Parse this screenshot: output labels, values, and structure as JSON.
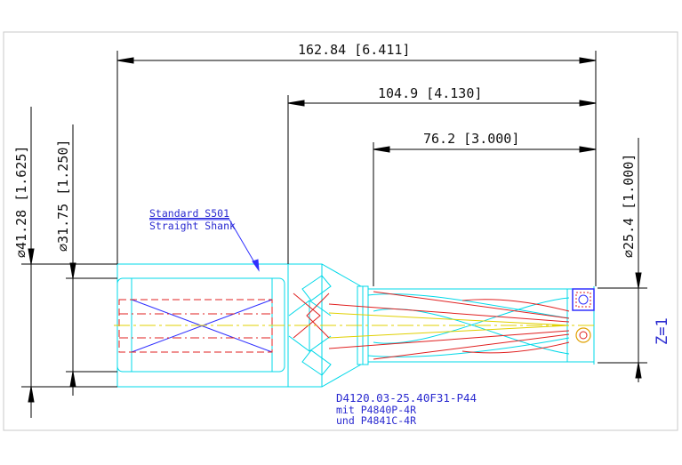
{
  "dimensions": {
    "overall_length": "162.84 [6.411]",
    "body_length": "104.9 [4.130]",
    "drill_depth": "76.2 [3.000]",
    "shank_flange_diameter": "⌀41.28 [1.625]",
    "shank_diameter": "⌀31.75 [1.250]",
    "cutting_diameter": "⌀25.4 [1.000]"
  },
  "shank_note": {
    "line1": "Standard S501",
    "line2": "Straight Shank"
  },
  "part_label": {
    "line1": "D4120.03-25.40F31-P44",
    "line2": "mit P4840P-4R",
    "line3": "und P4841C-4R"
  },
  "z_label": "Z=1",
  "colors": {
    "outline": "#00d8e8",
    "dimension": "#000000",
    "hidden": "#e02020",
    "centerline": "#e0d000",
    "note": "#2a2ad0",
    "insert": "#3030ff",
    "frame": "#c8c8c8"
  }
}
